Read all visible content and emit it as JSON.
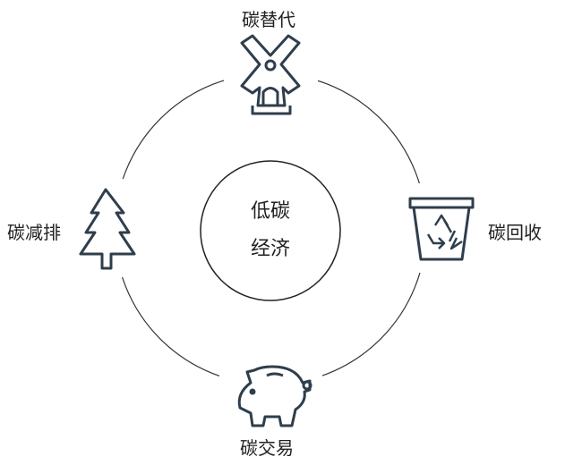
{
  "center": {
    "line1": "低碳",
    "line2": "经济"
  },
  "nodes": {
    "top": {
      "label": "碳替代",
      "icon": "windmill-icon"
    },
    "right": {
      "label": "碳回收",
      "icon": "recycle-bin-icon"
    },
    "bottom": {
      "label": "碳交易",
      "icon": "piggy-bank-icon"
    },
    "left": {
      "label": "碳减排",
      "icon": "tree-icon"
    }
  },
  "colors": {
    "icon": "#2f3e4c",
    "line": "#333333"
  }
}
